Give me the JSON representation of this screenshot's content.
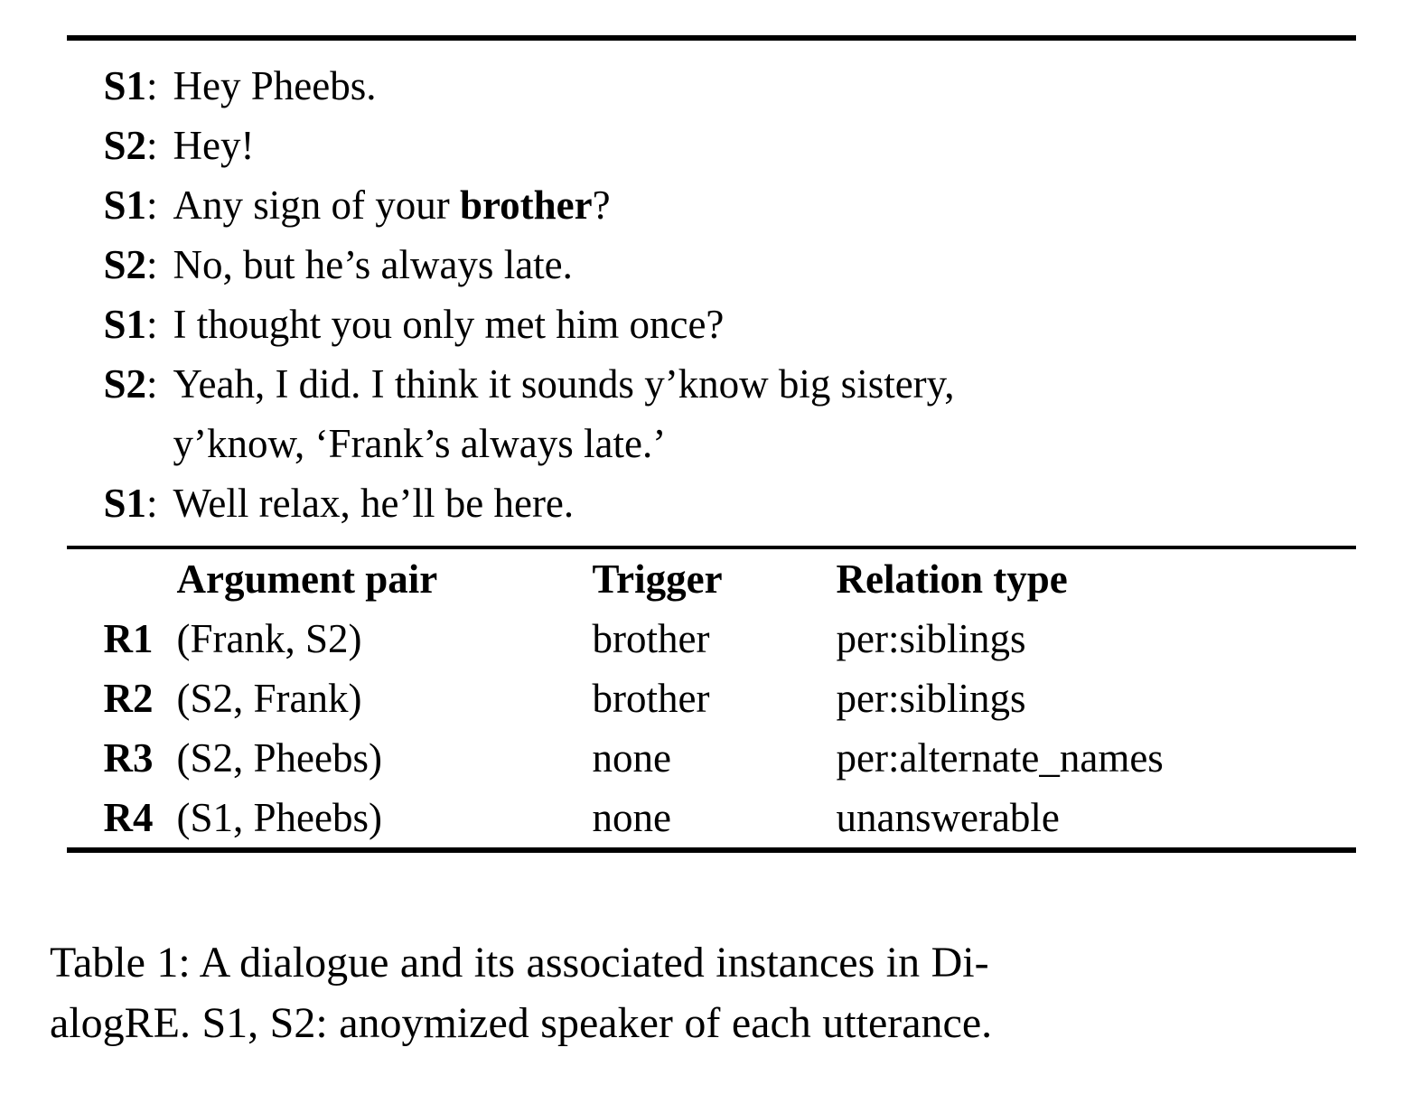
{
  "figure": {
    "kind": "latex-booktabs-table",
    "rules": [
      "top",
      "middle",
      "bottom"
    ]
  },
  "dialogue": {
    "turns": [
      {
        "speaker": "S1",
        "colon": ":",
        "text": "Hey Pheebs.",
        "bold_span": null,
        "justified": false,
        "continuation": null
      },
      {
        "speaker": "S2",
        "colon": ":",
        "text": "Hey!",
        "bold_span": null,
        "justified": false,
        "continuation": null
      },
      {
        "speaker": "S1",
        "colon": ":",
        "text_before": "Any sign of your ",
        "bold_span": "brother",
        "text_after": "?",
        "justified": false,
        "continuation": null
      },
      {
        "speaker": "S2",
        "colon": ":",
        "text": "No, but he’s always late.",
        "bold_span": null,
        "justified": false,
        "continuation": null
      },
      {
        "speaker": "S1",
        "colon": ":",
        "text": "I thought you only met him once?",
        "bold_span": null,
        "justified": false,
        "continuation": null
      },
      {
        "speaker": "S2",
        "colon": ":",
        "text": "Yeah, I did.  I think it sounds y’know big sistery,",
        "bold_span": null,
        "justified": true,
        "continuation": "y’know, ‘Frank’s always late.’"
      },
      {
        "speaker": "S1",
        "colon": ":",
        "text": "Well relax, he’ll be here.",
        "bold_span": null,
        "justified": false,
        "continuation": null
      }
    ]
  },
  "relation_table": {
    "headers": {
      "id": "",
      "argument_pair": "Argument pair",
      "trigger": "Trigger",
      "relation_type": "Relation type"
    },
    "rows": [
      {
        "id": "R1",
        "argument_pair": "(Frank, S2)",
        "trigger": "brother",
        "relation_type": "per:siblings"
      },
      {
        "id": "R2",
        "argument_pair": "(S2, Frank)",
        "trigger": "brother",
        "relation_type": "per:siblings"
      },
      {
        "id": "R3",
        "argument_pair": "(S2, Pheebs)",
        "trigger": "none",
        "relation_type": "per:alternate_names"
      },
      {
        "id": "R4",
        "argument_pair": "(S1, Pheebs)",
        "trigger": "none",
        "relation_type": "unanswerable"
      }
    ]
  },
  "caption": {
    "line1": "Table 1: A dialogue and its associated instances in Di-",
    "line2": "alogRE. S1, S2: anoymized speaker of each utterance.",
    "full": "Table 1: A dialogue and its associated instances in DialogRE. S1, S2: anoymized speaker of each utterance."
  },
  "colors": {
    "text": "#000000",
    "background": "#ffffff",
    "rule": "#000000"
  }
}
